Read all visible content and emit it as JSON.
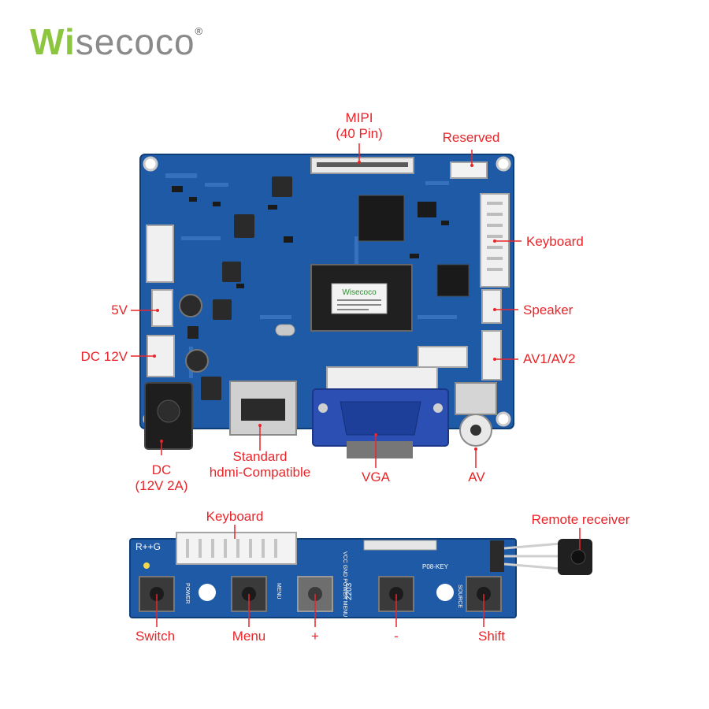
{
  "brand": {
    "wordmark_prefix": "Wi",
    "wordmark_rest": "secoco",
    "registered_mark": "®"
  },
  "board_chip_label": "Wisecoco",
  "main_board_labels": {
    "mipi": "MIPI\n(40 Pin)",
    "reserved": "Reserved",
    "keyboard": "Keyboard",
    "speaker": "Speaker",
    "av1_av2": "AV1/AV2",
    "five_v": "5V",
    "dc_12v": "DC 12V",
    "dc": "DC\n(12V 2A)",
    "hdmi": "Standard\nhdmi-Compatible",
    "vga": "VGA",
    "av": "AV"
  },
  "key_board_labels": {
    "keyboard": "Keyboard",
    "remote_receiver": "Remote receiver",
    "switch": "Switch",
    "menu": "Menu",
    "plus": "+",
    "minus": "-",
    "shift": "Shift"
  },
  "key_board_silkscreen": {
    "model": "R++G",
    "p08": "P08-KEY",
    "power": "POWER",
    "menu": "MENU",
    "source": "SOURCE",
    "pins": "VCC GND POWER MENU +++ ---",
    "date": "2203"
  },
  "colors": {
    "pcb": "#1f5aa6",
    "pcb_dark": "#17467f",
    "label": "#e8262a",
    "logo_green": "#8cc63f",
    "logo_gray": "#8a8a8a"
  }
}
